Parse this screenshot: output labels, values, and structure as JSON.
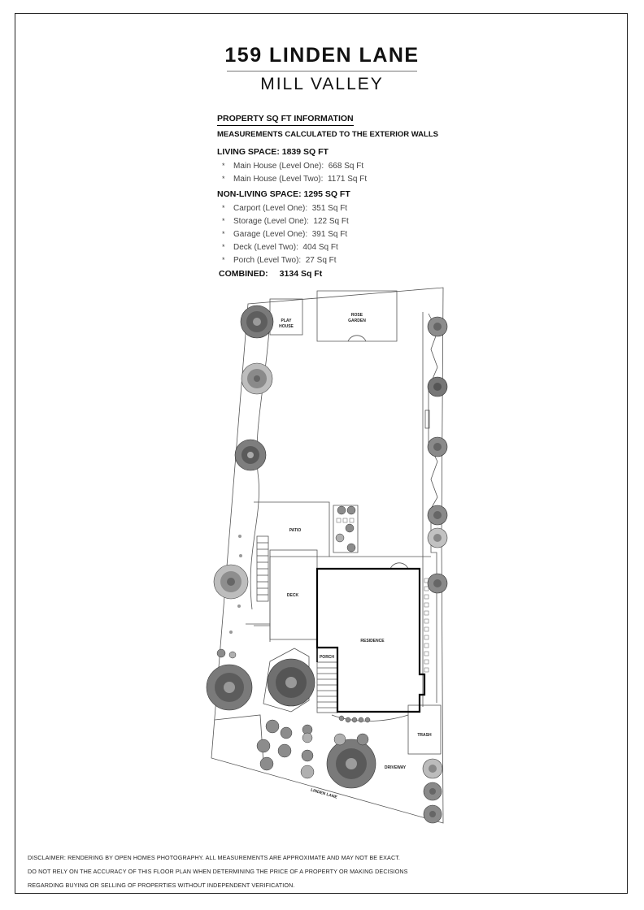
{
  "header": {
    "address": "159 LINDEN LANE",
    "city": "MILL VALLEY"
  },
  "info": {
    "heading": "PROPERTY SQ FT INFORMATION",
    "subheading": "MEASUREMENTS CALCULATED TO THE EXTERIOR WALLS",
    "living_title": "LIVING SPACE: 1839 SQ FT",
    "living_items": [
      {
        "label": "Main House (Level One):",
        "value": "668 Sq Ft"
      },
      {
        "label": "Main House (Level Two):",
        "value": "1171 Sq Ft"
      }
    ],
    "nonliving_title": "NON-LIVING SPACE: 1295 SQ FT",
    "nonliving_items": [
      {
        "label": "Carport (Level One):",
        "value": "351 Sq Ft"
      },
      {
        "label": "Storage (Level One):",
        "value": "122 Sq Ft"
      },
      {
        "label": "Garage (Level One):",
        "value": "391 Sq Ft"
      },
      {
        "label": "Deck (Level Two):",
        "value": "404 Sq Ft"
      },
      {
        "label": "Porch (Level Two):",
        "value": "27 Sq Ft"
      }
    ],
    "combined_label": "COMBINED:",
    "combined_value": "3134  Sq Ft",
    "bullet": "*"
  },
  "plan": {
    "labels": {
      "playhouse_1": "PLAY",
      "playhouse_2": "HOUSE",
      "rose_1": "ROSE",
      "rose_2": "GARDEN",
      "patio": "PATIO",
      "deck": "DECK",
      "residence": "RESIDENCE",
      "porch": "PORCH",
      "trash": "TRASH",
      "driveway": "DRIVEWAY",
      "street": "LINDEN LANE"
    },
    "colors": {
      "line": "#555555",
      "residence_wall": "#000000",
      "tree_dark": "#6a6a6a",
      "tree_light": "#a8a8a8"
    }
  },
  "disclaimer": {
    "line1": "DISCLAIMER: RENDERING BY OPEN HOMES PHOTOGRAPHY. ALL MEASUREMENTS ARE APPROXIMATE AND MAY NOT BE EXACT.",
    "line2": "DO NOT RELY ON THE ACCURACY OF THIS FLOOR PLAN WHEN DETERMINING THE PRICE OF A PROPERTY OR MAKING DECISIONS",
    "line3": "REGARDING BUYING OR SELLING OF PROPERTIES WITHOUT INDEPENDENT VERIFICATION."
  }
}
